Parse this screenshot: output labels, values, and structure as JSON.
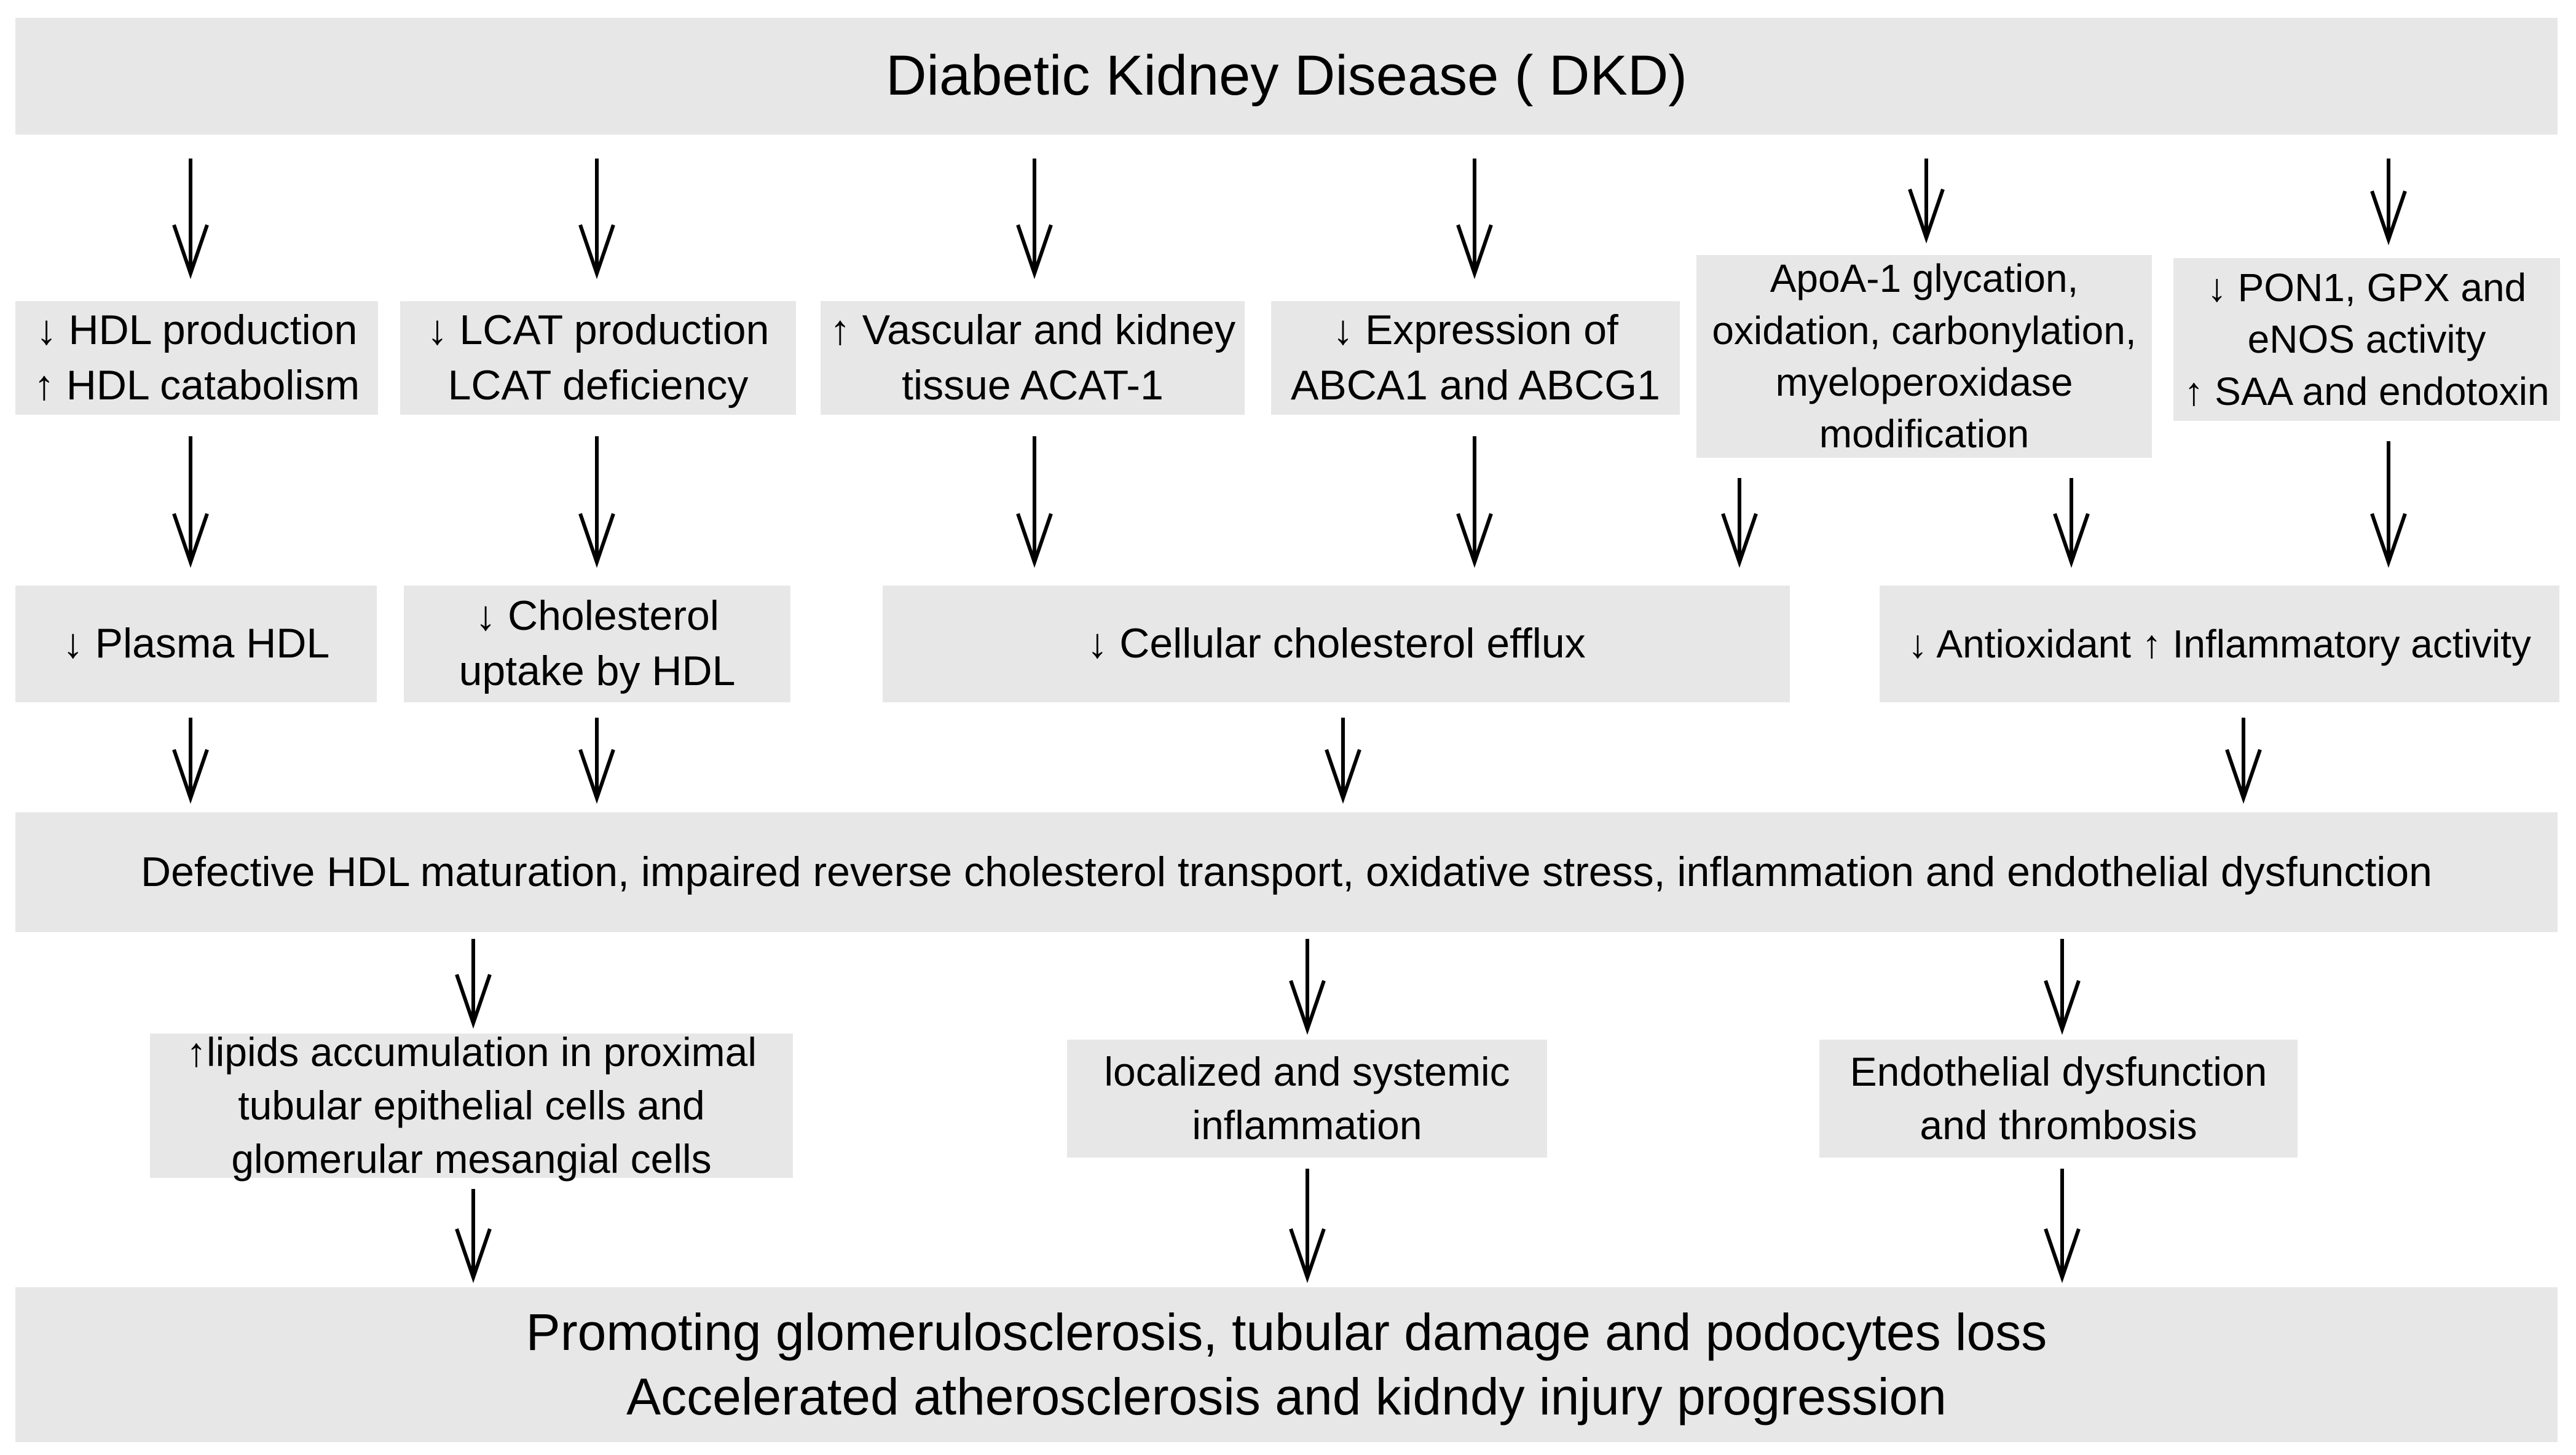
{
  "header": {
    "title": "Diabetic Kidney Disease ( DKD)"
  },
  "causes": [
    {
      "id": "hdl-turnover",
      "label": "↓ HDL production\n↑ HDL catabolism"
    },
    {
      "id": "lcat",
      "label": "↓ LCAT production\nLCAT deficiency"
    },
    {
      "id": "acat1",
      "label": "↑ Vascular and kidney\ntissue ACAT-1"
    },
    {
      "id": "abca1-abcg1",
      "label": "↓ Expression of\nABCA1 and ABCG1"
    },
    {
      "id": "apoa1-modification",
      "label": "ApoA-1 glycation,\noxidation, carbonylation,\nmyeloperoxidase\nmodification"
    },
    {
      "id": "pon1-gpx-enos",
      "label": "↓ PON1, GPX and\neNOS activity\n↑ SAA and endotoxin"
    }
  ],
  "intermediates": [
    {
      "id": "plasma-hdl",
      "label": "↓ Plasma HDL"
    },
    {
      "id": "cholesterol-uptake",
      "label": "↓ Cholesterol\nuptake by HDL"
    },
    {
      "id": "cholesterol-efflux",
      "label": "↓ Cellular cholesterol efflux"
    },
    {
      "id": "antioxidant-inflammatory",
      "label": "↓ Antioxidant ↑ Inflammatory activity"
    }
  ],
  "central": {
    "label": "Defective HDL maturation, impaired reverse cholesterol transport, oxidative stress, inflammation and endothelial dysfunction"
  },
  "consequences": [
    {
      "id": "lipid-accumulation",
      "label": "↑lipids accumulation in proximal\ntubular epithelial cells and\nglomerular mesangial cells"
    },
    {
      "id": "inflammation",
      "label": "localized and systemic\ninflammation"
    },
    {
      "id": "endothelial-thrombosis",
      "label": "Endothelial dysfunction\nand thrombosis"
    }
  ],
  "outcome": {
    "label": "Promoting glomerulosclerosis, tubular damage and podocytes loss\nAccelerated atherosclerosis and kidndy injury progression"
  },
  "colors": {
    "box_bg": "#e7e7e7",
    "text": "#000000",
    "arrow": "#000000",
    "background": "#ffffff"
  }
}
